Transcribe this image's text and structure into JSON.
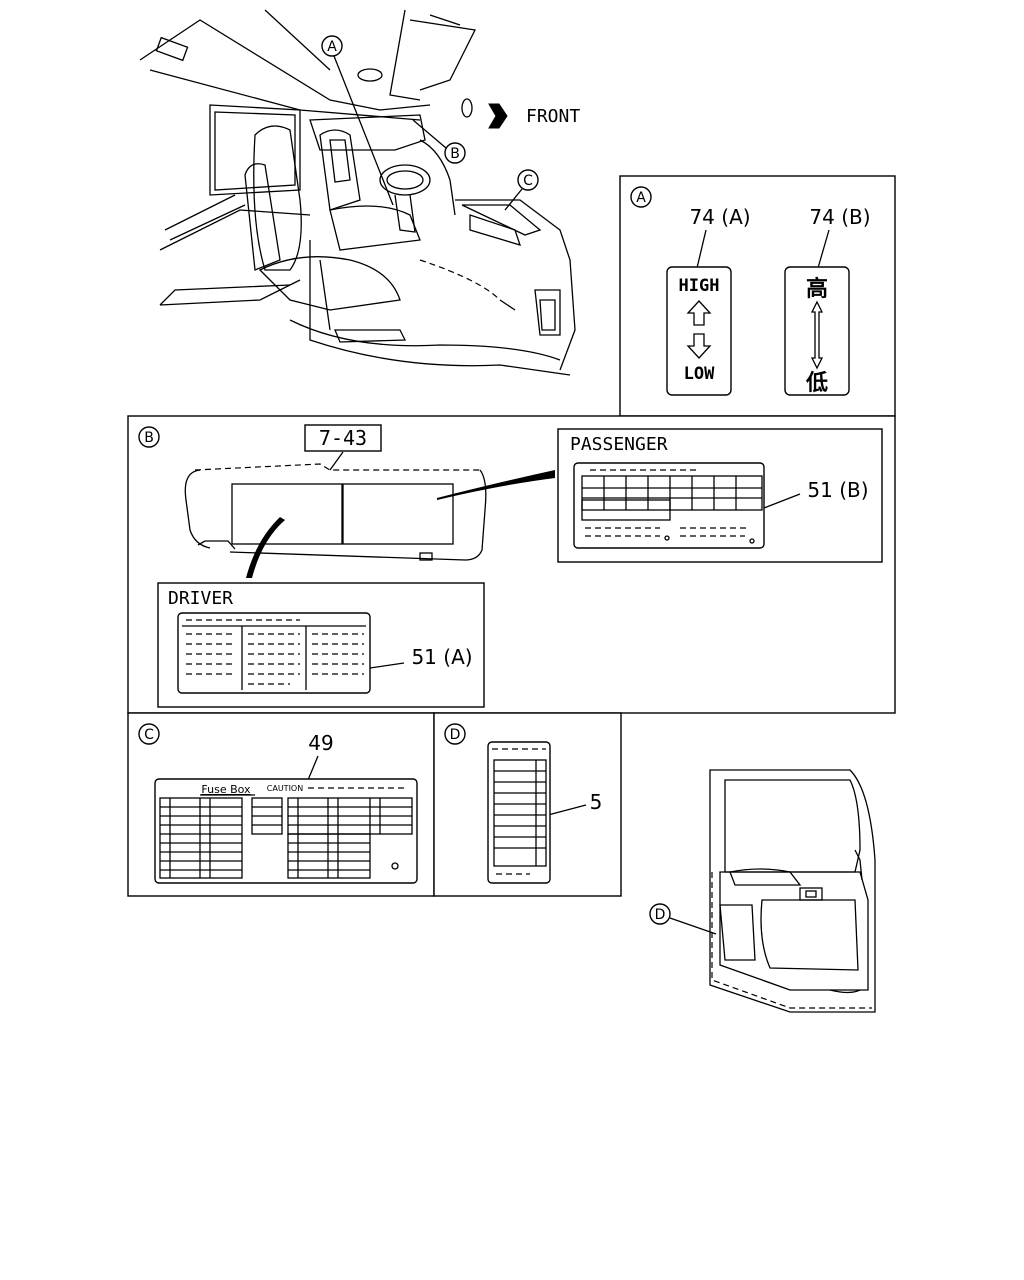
{
  "overview": {
    "callouts": {
      "a": "A",
      "b": "B",
      "c": "C",
      "d": "D"
    },
    "direction_label": "FRONT"
  },
  "panel_a": {
    "tag": "A",
    "part_left": "74 (A)",
    "part_right": "74 (B)",
    "left_top_text": "HIGH",
    "left_bottom_text": "LOW",
    "right_top_text": "高",
    "right_bottom_text": "低"
  },
  "panel_b": {
    "tag": "B",
    "part_ref": "7-43",
    "passenger_title": "PASSENGER",
    "passenger_part": "51 (B)",
    "driver_title": "DRIVER",
    "driver_part": "51 (A)"
  },
  "panel_c": {
    "tag": "C",
    "part": "49",
    "label_title": "Fuse Box",
    "label_caution": "CAUTION"
  },
  "panel_d": {
    "tag": "D",
    "part": "5"
  },
  "door_view": {
    "callout": "D"
  }
}
